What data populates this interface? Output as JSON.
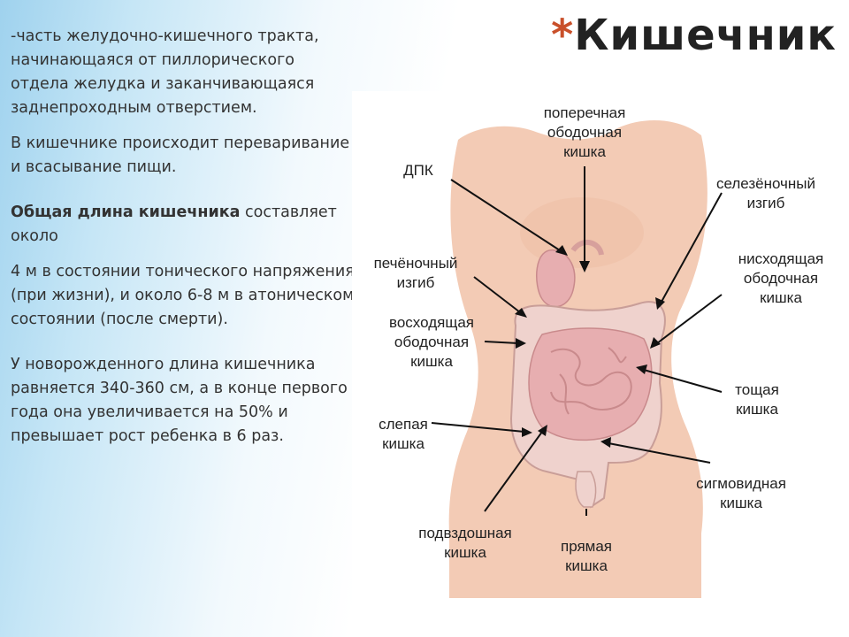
{
  "title": {
    "star": "*",
    "text": "Кишечник"
  },
  "text": {
    "para1": "-часть желудочно-кишечного тракта, начинающаяся от пиллорического отдела желудка и заканчивающаяся заднепроходным отверстием.",
    "para2": "В кишечнике происходит переваривание и всасывание пищи.",
    "para3_bold": "Общая длина кишечника",
    "para3_rest": " составляет около",
    "para4": "4 м в состоянии тонического напряжения (при жизни), и около 6-8 м в атоническом состоянии (после смерти).",
    "para5": " У новорожденного длина кишечника равняется 340-360 см, а в конце первого года она увеличивается на 50% и превышает рост ребенка в 6 раз."
  },
  "labels": {
    "transverse_1": "поперечная",
    "transverse_2": "ободочная",
    "transverse_3": "кишка",
    "dpk": "ДПК",
    "splenic_1": "селезёночный",
    "splenic_2": "изгиб",
    "hepatic_1": "печёночный",
    "hepatic_2": "изгиб",
    "descending_1": "нисходящая",
    "descending_2": "ободочная",
    "descending_3": "кишка",
    "ascending_1": "восходящая",
    "ascending_2": "ободочная",
    "ascending_3": "кишка",
    "jejunum_1": "тощая",
    "jejunum_2": "кишка",
    "cecum_1": "слепая",
    "cecum_2": "кишка",
    "sigmoid_1": "сигмовидная",
    "sigmoid_2": "кишка",
    "ileum_1": "подвздошная",
    "ileum_2": "кишка",
    "rectum_1": "прямая",
    "rectum_2": "кишка"
  },
  "colors": {
    "title_star": "#c9502a",
    "skin": "#f3cbb5",
    "intestine": "#e7aeb0",
    "colon": "#efd2cd"
  }
}
